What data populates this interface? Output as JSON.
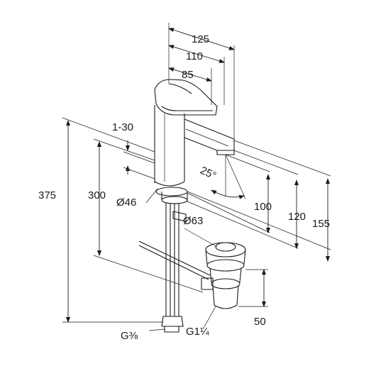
{
  "dimensions": {
    "d125": "125",
    "d110": "110",
    "d85": "85",
    "d1_30": "1-30",
    "angle": "25°",
    "d375": "375",
    "d300": "300",
    "dia46": "Ø46",
    "dia63": "Ø63",
    "d100": "100",
    "d120": "120",
    "d155": "155",
    "d50": "50",
    "g38": "G⅜",
    "g114": "G1¼"
  }
}
